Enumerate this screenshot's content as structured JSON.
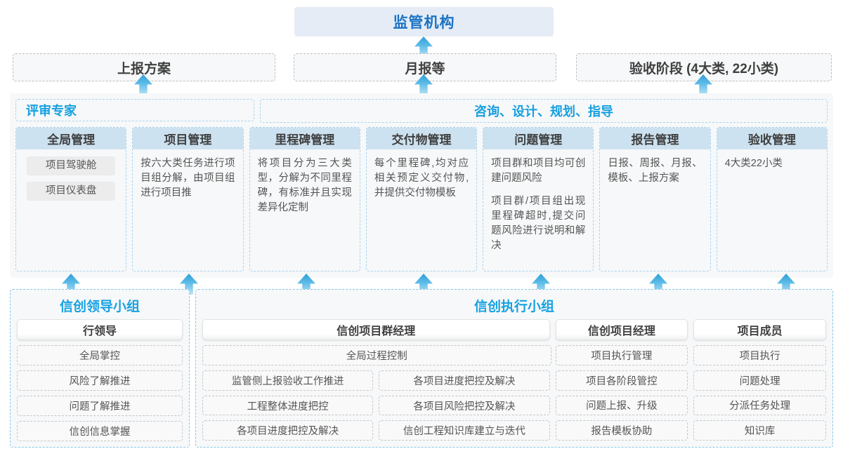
{
  "top": {
    "regulator": "监管机构",
    "reports": [
      "上报方案",
      "月报等",
      "验收阶段 (4大类, 22小类)"
    ]
  },
  "middle": {
    "band_left": "评审专家",
    "band_right": "咨询、设计、规划、指导",
    "cards": [
      {
        "title": "全局管理",
        "pills": [
          "项目驾驶舱",
          "项目仪表盘"
        ],
        "paragraphs": []
      },
      {
        "title": "项目管理",
        "pills": [],
        "paragraphs": [
          "按六大类任务进行项目组分解，由项目组进行项目推"
        ]
      },
      {
        "title": "里程碑管理",
        "pills": [],
        "paragraphs": [
          "将项目分为三大类型，分解为不同里程碑，有标准并且实现差异化定制"
        ]
      },
      {
        "title": "交付物管理",
        "pills": [],
        "paragraphs": [
          "每个里程碑,均对应相关预定义交付物,并提供交付物模板"
        ]
      },
      {
        "title": "问题管理",
        "pills": [],
        "paragraphs": [
          "项目群和项目均可创建问题风险",
          "项目群/项目组出现里程碑超时,提交问题风险进行说明和解决"
        ]
      },
      {
        "title": "报告管理",
        "pills": [],
        "paragraphs": [
          "日报、周报、月报、模板、上报方案"
        ]
      },
      {
        "title": "验收管理",
        "pills": [],
        "paragraphs": [
          "4大类22小类"
        ]
      }
    ]
  },
  "bottom": {
    "leader_group": {
      "title": "信创领导小组",
      "role": "行领导",
      "items": [
        "全局掌控",
        "风险了解推进",
        "问题了解推进",
        "信创信息掌握"
      ]
    },
    "exec_group": {
      "title": "信创执行小组",
      "program_manager": {
        "role": "信创项目群经理",
        "full_item": "全局过程控制",
        "left_items": [
          "监管侧上报验收工作推进",
          "工程整体进度把控",
          "各项目进度把控及解决"
        ],
        "right_items": [
          "各项目进度把控及解决",
          "各项目风险把控及解决",
          "信创工程知识库建立与迭代"
        ]
      },
      "project_manager": {
        "role": "信创项目经理",
        "items": [
          "项目执行管理",
          "项目各阶段管控",
          "问题上报、升级",
          "报告模板协助"
        ]
      },
      "member": {
        "role": "项目成员",
        "items": [
          "项目执行",
          "问题处理",
          "分派任务处理",
          "知识库"
        ]
      }
    }
  },
  "colors": {
    "accent": "#17a2e2",
    "regulator_bg": "#e5ecf6",
    "card_head_bg": "#cde2f0",
    "panel_bg": "#f7f8f9"
  }
}
